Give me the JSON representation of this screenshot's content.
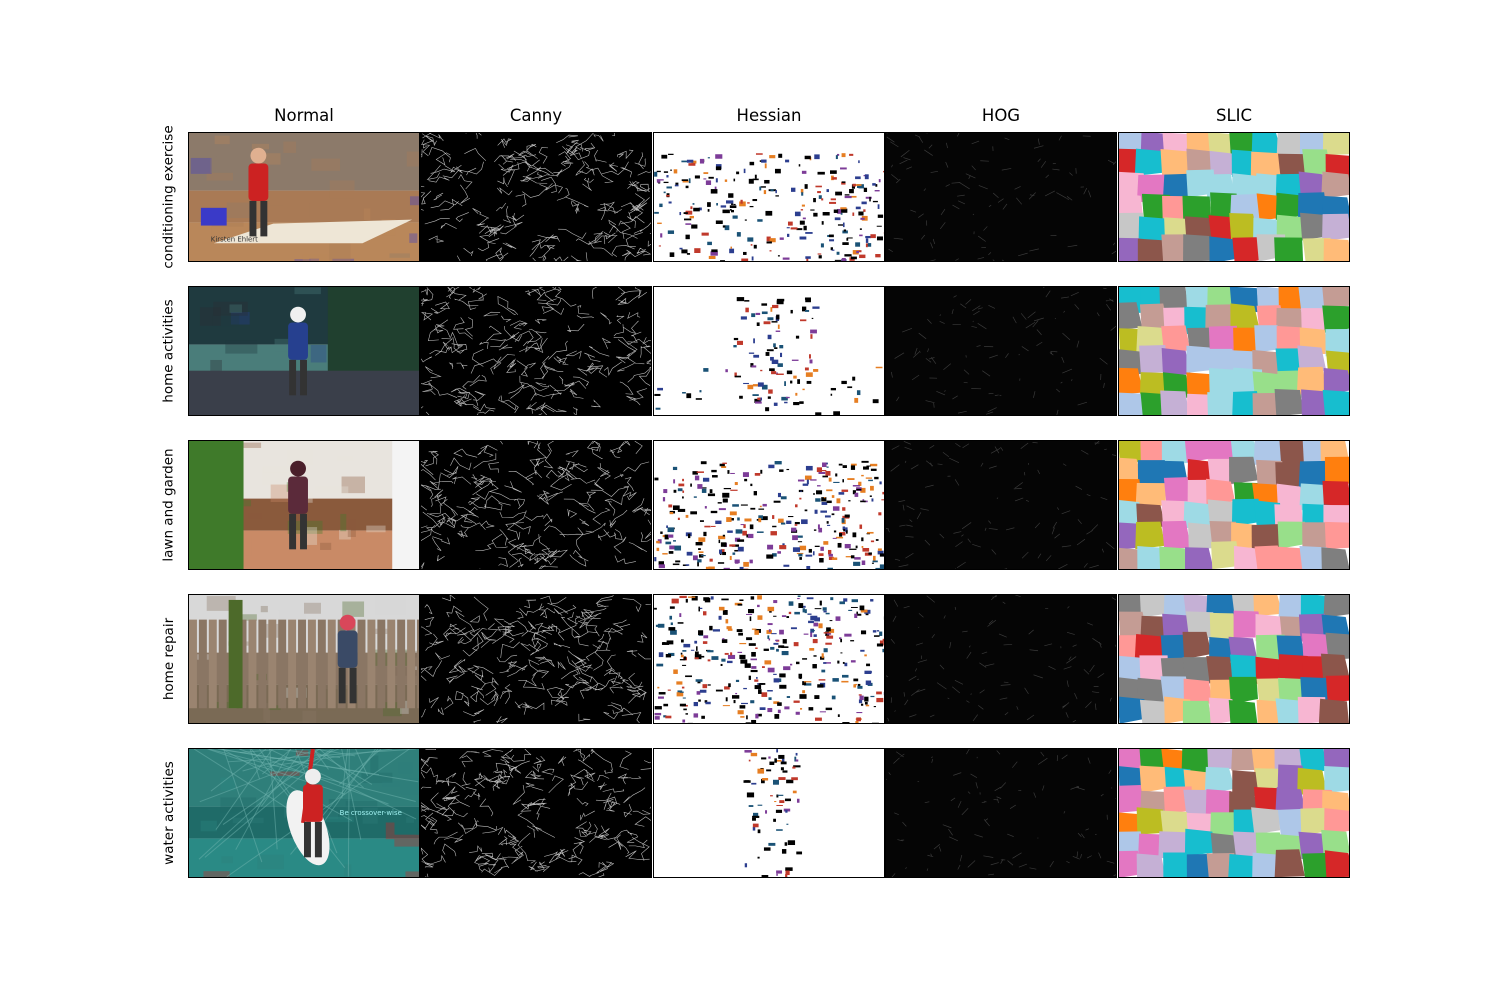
{
  "columns": [
    {
      "label": "Normal"
    },
    {
      "label": "Canny"
    },
    {
      "label": "Hessian"
    },
    {
      "label": "HOG"
    },
    {
      "label": "SLIC"
    }
  ],
  "rows": [
    {
      "label": "conditioning exercise",
      "scene": "yoga",
      "caption": "Kirsten Ehlert",
      "colors": {
        "sky": "#8c7a6a",
        "mid": "#a97a55",
        "ground": "#b9875a",
        "accent": "#3a3ac8",
        "figure": "#e0b090",
        "cloth": "#cc2222"
      }
    },
    {
      "label": "home activities",
      "scene": "kitchen",
      "caption": "",
      "colors": {
        "sky": "#1f3a3f",
        "mid": "#4a7d7a",
        "ground": "#2a2d33",
        "accent": "#26408f",
        "figure": "#f0f0f0",
        "cloth": "#26408f"
      }
    },
    {
      "label": "lawn and garden",
      "scene": "garden",
      "caption": "",
      "colors": {
        "sky": "#e8e4de",
        "mid": "#8a5a3c",
        "ground": "#c98a66",
        "accent": "#3f7a2a",
        "figure": "#4a1f2a",
        "cloth": "#5b2a3a"
      }
    },
    {
      "label": "home repair",
      "scene": "fence",
      "caption": "",
      "colors": {
        "sky": "#d8d8d8",
        "mid": "#8a7664",
        "ground": "#7a6a55",
        "accent": "#4d6a2a",
        "figure": "#d9475a",
        "cloth": "#3a4a66"
      }
    },
    {
      "label": "water activities",
      "scene": "water",
      "caption": "Be crossover-wise",
      "colors": {
        "sky": "#2f7f7a",
        "mid": "#1f6b68",
        "ground": "#2a8a85",
        "accent": "#cc2222",
        "figure": "#eeeeee",
        "cloth": "#cc2222"
      }
    }
  ],
  "slic_palette": [
    "#1f77b4",
    "#ff7f0e",
    "#2ca02c",
    "#d62728",
    "#9467bd",
    "#8c564b",
    "#e377c2",
    "#7f7f7f",
    "#bcbd22",
    "#17becf",
    "#aec7e8",
    "#ffbb78",
    "#98df8a",
    "#ff9896",
    "#c5b0d5",
    "#c49c94",
    "#f7b6d2",
    "#c7c7c7",
    "#dbdb8d",
    "#9edae5"
  ]
}
